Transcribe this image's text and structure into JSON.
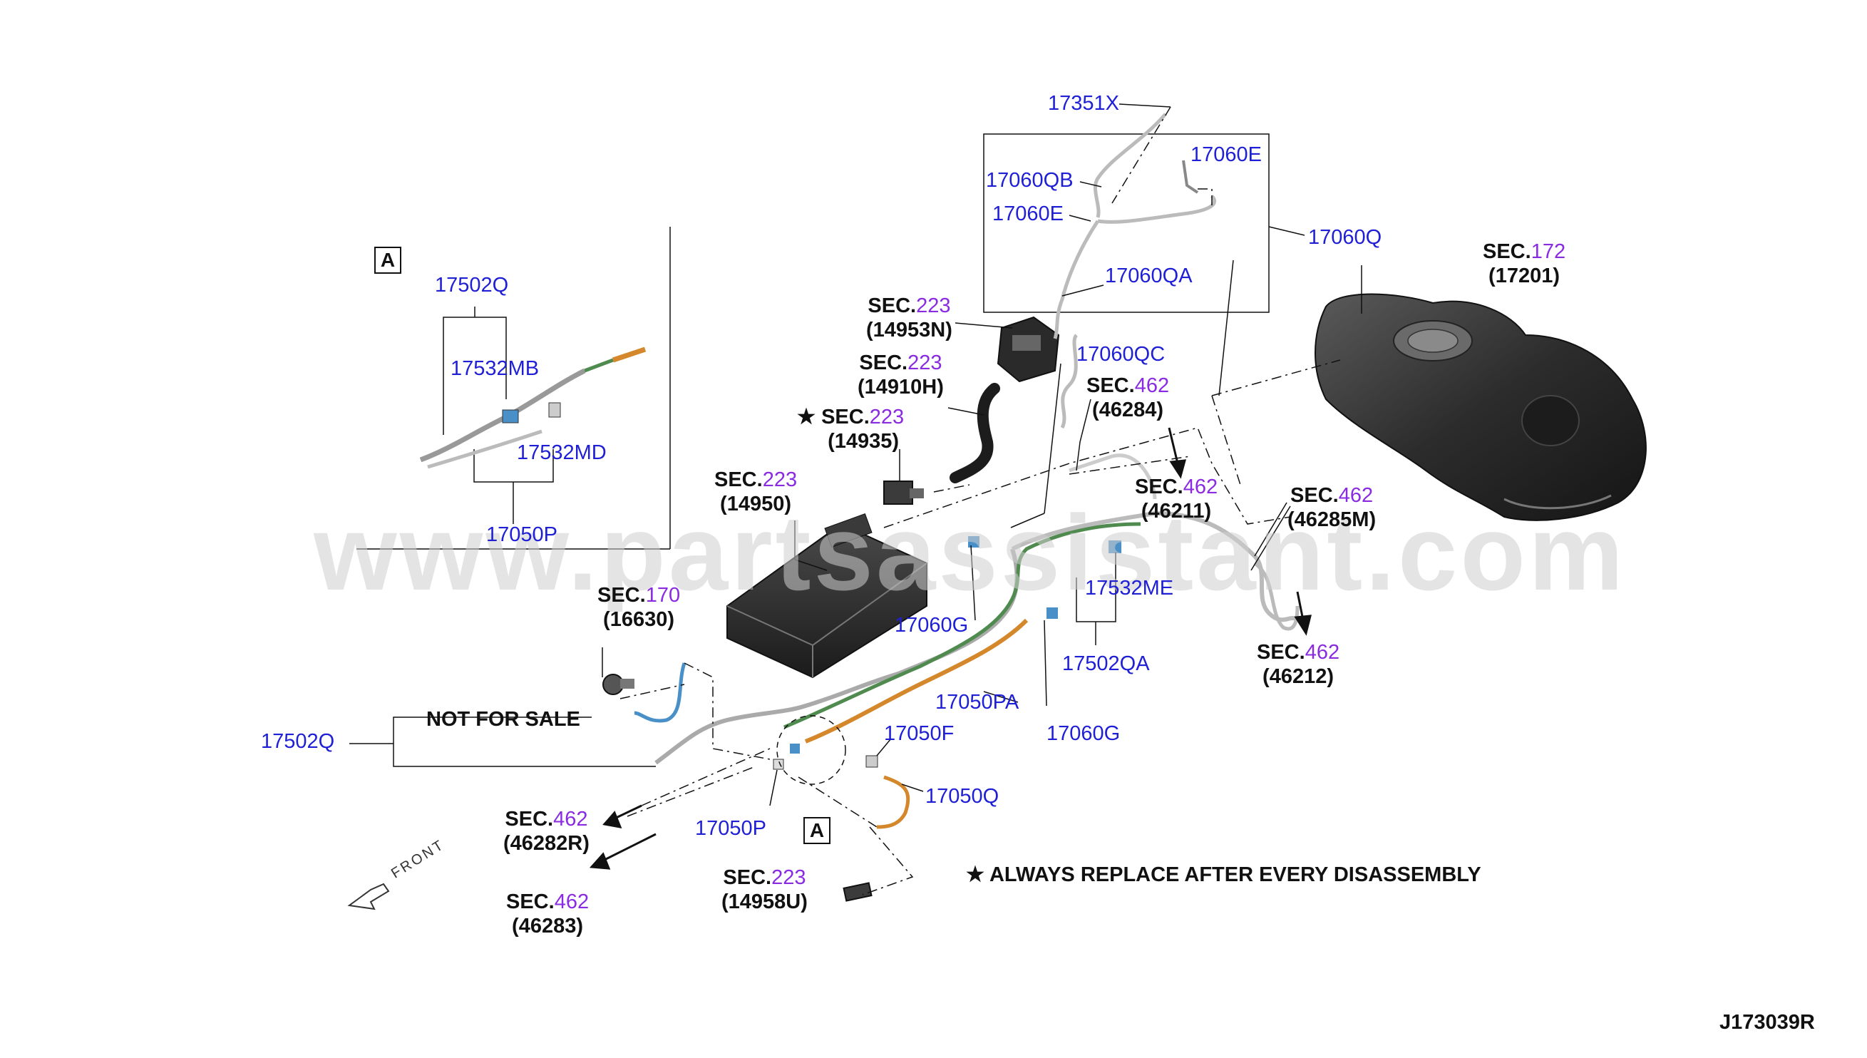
{
  "watermark": "www.partsassistant.com",
  "drawing_id": "J173039R",
  "notes": {
    "not_for_sale": "NOT FOR SALE",
    "star_note": "★ ALWAYS REPLACE AFTER EVERY DISASSEMBLY",
    "front": "FRONT",
    "detail_marker": "A"
  },
  "sec_prefix": "SEC.",
  "parts": {
    "p17351X": "17351X",
    "p17060E_a": "17060E",
    "p17060E_b": "17060E",
    "p17060QB": "17060QB",
    "p17060Q": "17060Q",
    "p17060QA": "17060QA",
    "p17060QC": "17060QC",
    "p17502Q_a": "17502Q",
    "p17502Q_b": "17502Q",
    "p17532MB": "17532MB",
    "p17532MD": "17532MD",
    "p17050P_a": "17050P",
    "p17050P_b": "17050P",
    "p17060G_a": "17060G",
    "p17060G_b": "17060G",
    "p17532ME": "17532ME",
    "p17502QA": "17502QA",
    "p17050PA": "17050PA",
    "p17050F": "17050F",
    "p17050Q": "17050Q"
  },
  "sections": {
    "s172": {
      "num": "172",
      "ref": "(17201)"
    },
    "s223_14953N": {
      "num": "223",
      "ref": "(14953N)"
    },
    "s223_14910H": {
      "num": "223",
      "ref": "(14910H)"
    },
    "s223_14935": {
      "num": "223",
      "ref": "(14935)",
      "star": "★"
    },
    "s223_14950": {
      "num": "223",
      "ref": "(14950)"
    },
    "s462_46284": {
      "num": "462",
      "ref": "(46284)"
    },
    "s462_46211": {
      "num": "462",
      "ref": "(46211)"
    },
    "s462_46285M": {
      "num": "462",
      "ref": "(46285M)"
    },
    "s462_46212": {
      "num": "462",
      "ref": "(46212)"
    },
    "s170_16630": {
      "num": "170",
      "ref": "(16630)"
    },
    "s462_46282R": {
      "num": "462",
      "ref": "(46282R)"
    },
    "s462_46283": {
      "num": "462",
      "ref": "(46283)"
    },
    "s223_14958U": {
      "num": "223",
      "ref": "(14958U)"
    }
  },
  "colors": {
    "part_number": "#1f1fd6",
    "section_number": "#8a2be2",
    "tube_orange": "#d4882b",
    "tube_green": "#4f8a4f",
    "tube_blue": "#4a90c8",
    "component_dark": "#2f2f2f"
  }
}
